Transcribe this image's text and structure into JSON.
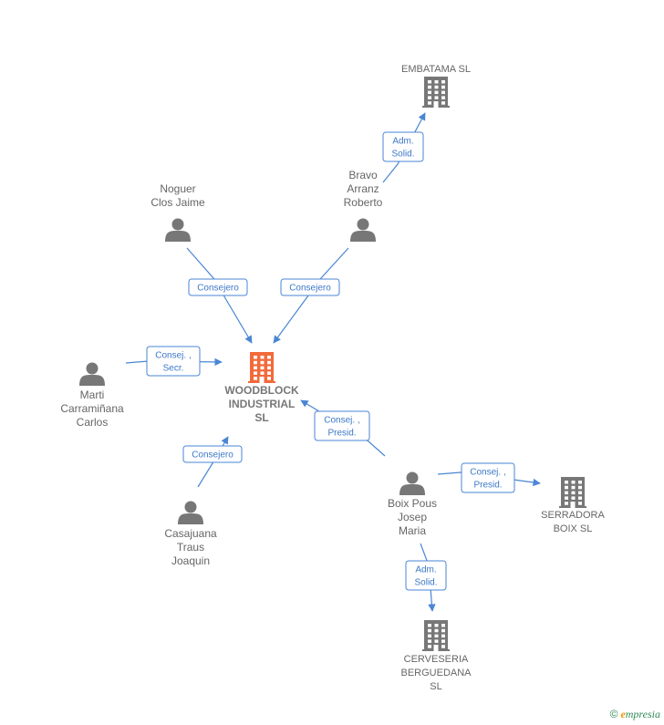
{
  "colors": {
    "edge": "#4a86d4",
    "icon_gray": "#777777",
    "main_company": "#f26a3b",
    "label": "#666666"
  },
  "nodes": [
    {
      "id": "woodblock",
      "kind": "company",
      "main": true,
      "lines": [
        "WOODBLOCK",
        "INDUSTRIAL",
        "SL"
      ]
    },
    {
      "id": "embatama",
      "kind": "company",
      "lines": [
        "EMBATAMA SL"
      ]
    },
    {
      "id": "serradora",
      "kind": "company",
      "lines": [
        "SERRADORA",
        "BOIX SL"
      ]
    },
    {
      "id": "cerveseria",
      "kind": "company",
      "lines": [
        "CERVESERIA",
        "BERGUEDANA",
        "SL"
      ]
    },
    {
      "id": "noguer",
      "kind": "person",
      "lines": [
        "Noguer",
        "Clos Jaime"
      ]
    },
    {
      "id": "bravo",
      "kind": "person",
      "lines": [
        "Bravo",
        "Arranz",
        "Roberto"
      ]
    },
    {
      "id": "marti",
      "kind": "person",
      "lines": [
        "Marti",
        "Carramiñana",
        "Carlos"
      ]
    },
    {
      "id": "casajuana",
      "kind": "person",
      "lines": [
        "Casajuana",
        "Traus",
        "Joaquin"
      ]
    },
    {
      "id": "boix",
      "kind": "person",
      "lines": [
        "Boix Pous",
        "Josep",
        "Maria"
      ]
    }
  ],
  "edges": [
    {
      "id": "noguer-woodblock",
      "label": [
        "Consejero"
      ]
    },
    {
      "id": "bravo-woodblock",
      "label": [
        "Consejero"
      ]
    },
    {
      "id": "bravo-embatama",
      "label": [
        "Adm.",
        "Solid."
      ]
    },
    {
      "id": "marti-woodblock",
      "label": [
        "Consej. ,",
        "Secr."
      ]
    },
    {
      "id": "casajuana-woodblock",
      "label": [
        "Consejero"
      ]
    },
    {
      "id": "boix-woodblock",
      "label": [
        "Consej. ,",
        "Presid."
      ]
    },
    {
      "id": "boix-serradora",
      "label": [
        "Consej. ,",
        "Presid."
      ]
    },
    {
      "id": "boix-cerveseria",
      "label": [
        "Adm.",
        "Solid."
      ]
    }
  ],
  "brand": {
    "copyright": "©",
    "initial": "e",
    "rest": "mpresia"
  }
}
